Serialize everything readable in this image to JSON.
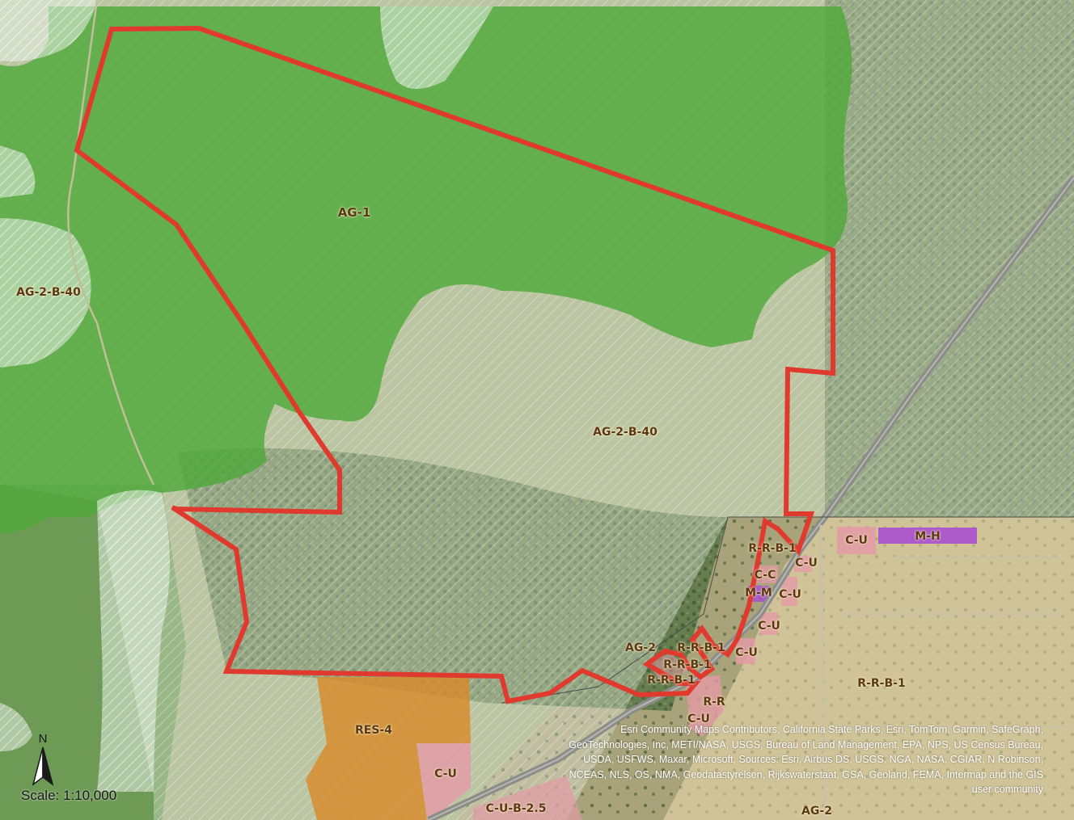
{
  "map": {
    "zones": [
      {
        "id": "ag1",
        "label": "AG-1"
      },
      {
        "id": "ag2b40-west",
        "label": "AG-2-B-40"
      },
      {
        "id": "ag2b40-center",
        "label": "AG-2-B-40"
      },
      {
        "id": "res4",
        "label": "RES-4"
      },
      {
        "id": "cu-south",
        "label": "C-U"
      },
      {
        "id": "cub25",
        "label": "C-U-B-2.5"
      },
      {
        "id": "ag2-south",
        "label": "AG-2"
      },
      {
        "id": "ag2-east",
        "label": "AG-2"
      },
      {
        "id": "rrb1-east",
        "label": "R-R-B-1"
      },
      {
        "id": "cu-northeast",
        "label": "C-U"
      },
      {
        "id": "mh",
        "label": "M-H"
      },
      {
        "id": "rrb1-north",
        "label": "R-R-B-1"
      },
      {
        "id": "cu-a",
        "label": "C-U"
      },
      {
        "id": "cc",
        "label": "C-C"
      },
      {
        "id": "mm",
        "label": "M-M"
      },
      {
        "id": "cu-b",
        "label": "C-U"
      },
      {
        "id": "cu-c",
        "label": "C-U"
      },
      {
        "id": "cu-d",
        "label": "C-U"
      },
      {
        "id": "rrb1-a",
        "label": "R-R-B-1"
      },
      {
        "id": "rrb1-b",
        "label": "R-R-B-1"
      },
      {
        "id": "rrb1-c",
        "label": "R-R-B-1"
      },
      {
        "id": "rr",
        "label": "R-R"
      },
      {
        "id": "cu-e",
        "label": "C-U"
      }
    ],
    "colors": {
      "boundary": "#e03a2f",
      "ag1_fill": "#4fa83a",
      "res4_fill": "#d88a2a",
      "cu_fill": "#e39aa6",
      "mh_fill": "#a94fd0",
      "rrb1_fill": "#f2deb0"
    },
    "north_label": "N",
    "scale": "Scale: 1:10,000",
    "attribution": [
      "Esri Community Maps Contributors, California State Parks, Esri, TomTom, Garmin, SafeGraph,",
      "GeoTechnologies, Inc, METI/NASA, USGS, Bureau of Land Management, EPA, NPS, US Census Bureau,",
      "USDA, USFWS, Maxar, Microsoft, Sources: Esri, Airbus DS, USGS, NGA, NASA, CGIAR, N Robinson,",
      "NCEAS, NLS, OS, NMA, Geodatastyrelsen, Rijkswaterstaat, GSA, Geoland, FEMA, Intermap and the GIS",
      "user community"
    ]
  }
}
